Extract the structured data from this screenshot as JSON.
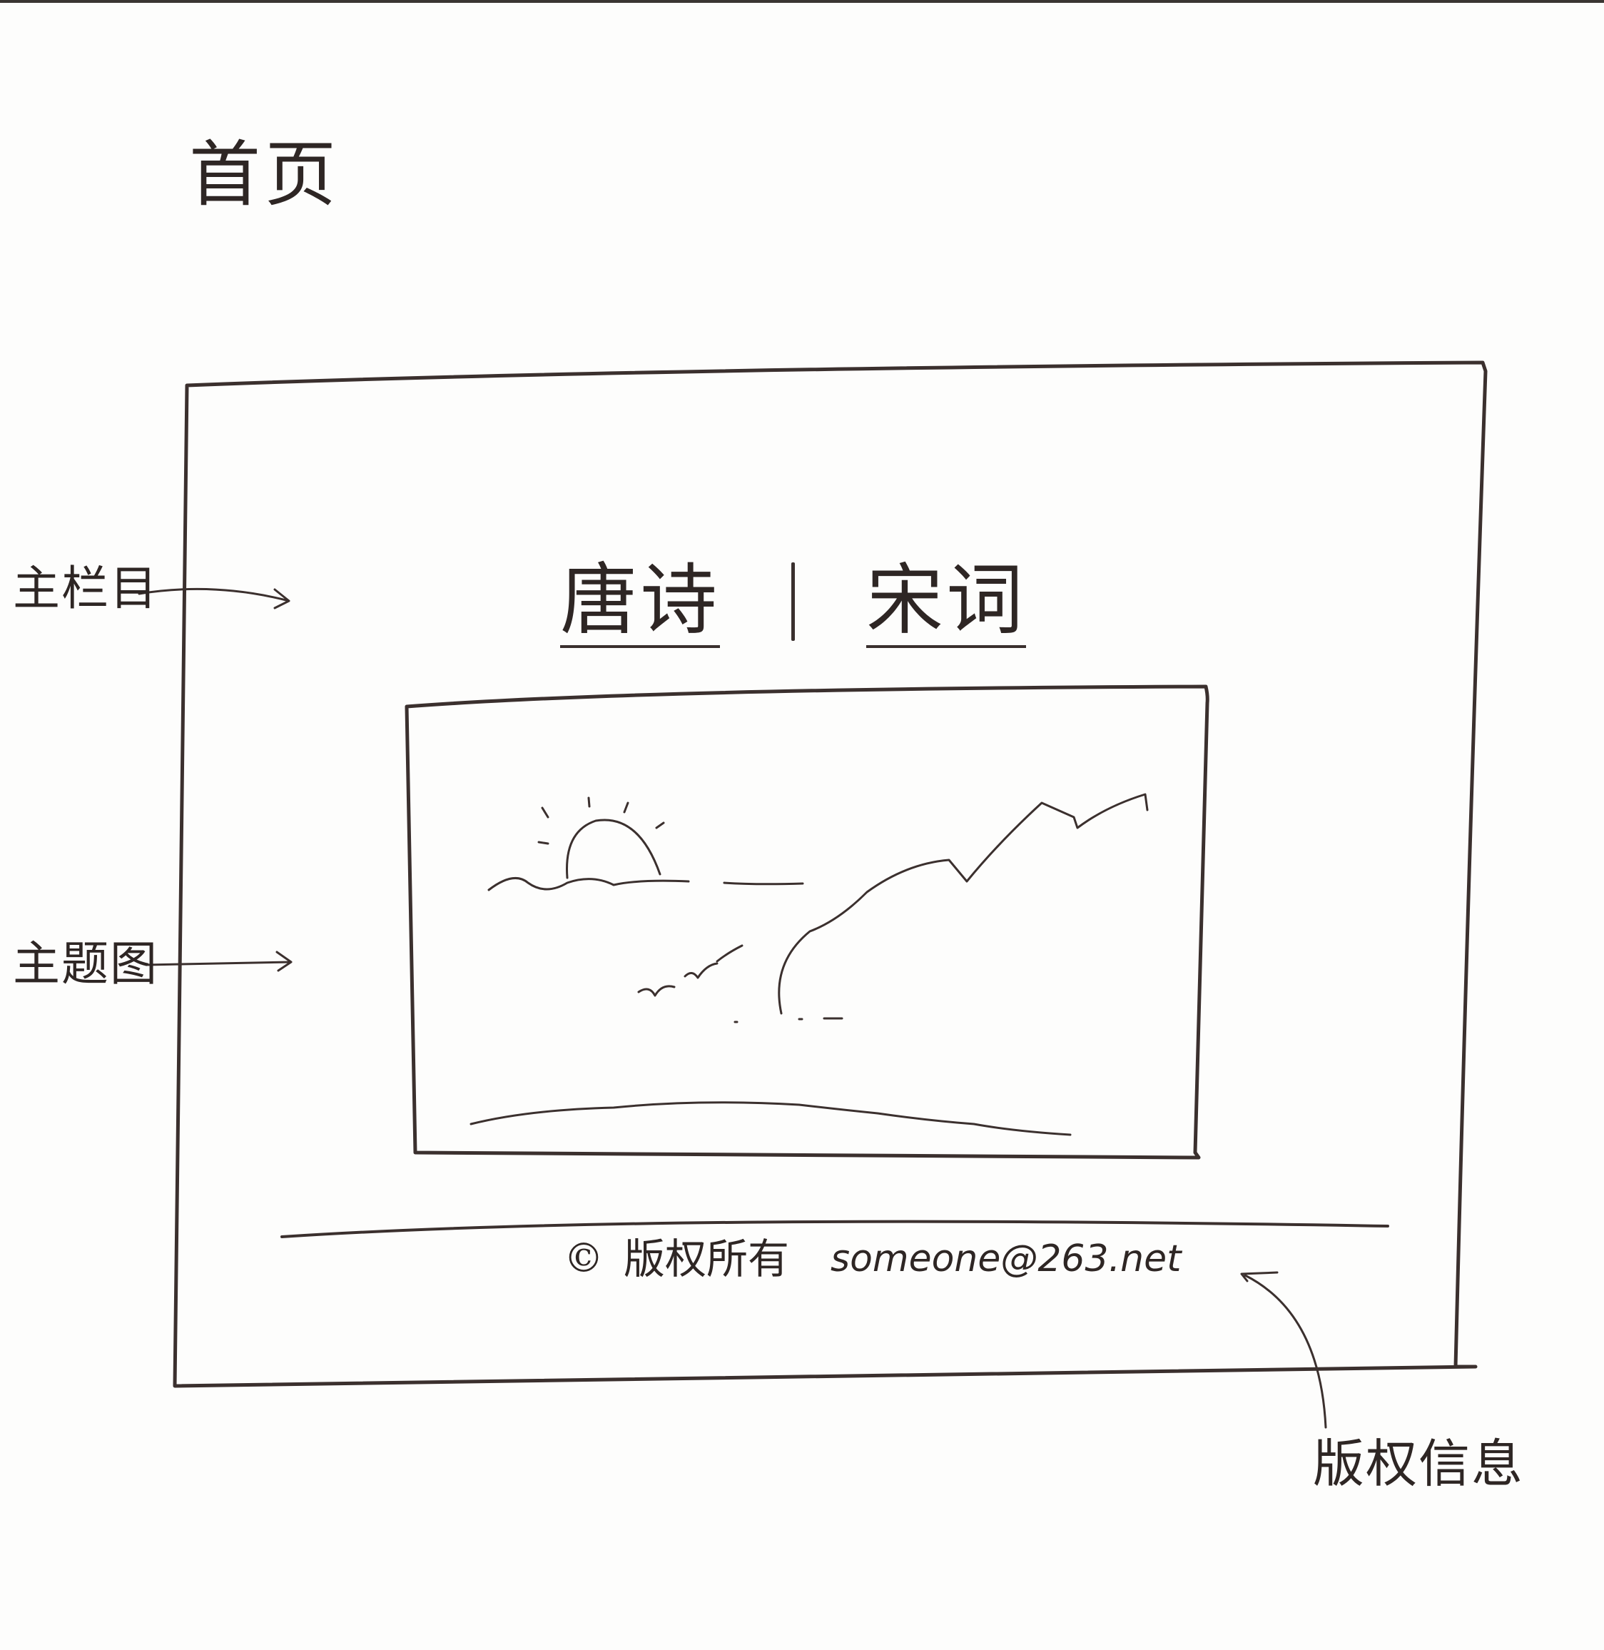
{
  "page_title": "首页",
  "nav": {
    "items": [
      {
        "label": "唐诗"
      },
      {
        "label": "宋词"
      }
    ]
  },
  "banner": {
    "icon": "landscape-image-icon"
  },
  "footer": {
    "copyright_symbol": "©",
    "copyright_label": "版权所有",
    "email": "someone@263.net"
  },
  "annotations": {
    "nav_label": "主栏目",
    "banner_label": "主题图",
    "copyright_label": "版权信息"
  },
  "colors": {
    "ink": "#2e2624",
    "paper": "#fdfdfc"
  }
}
